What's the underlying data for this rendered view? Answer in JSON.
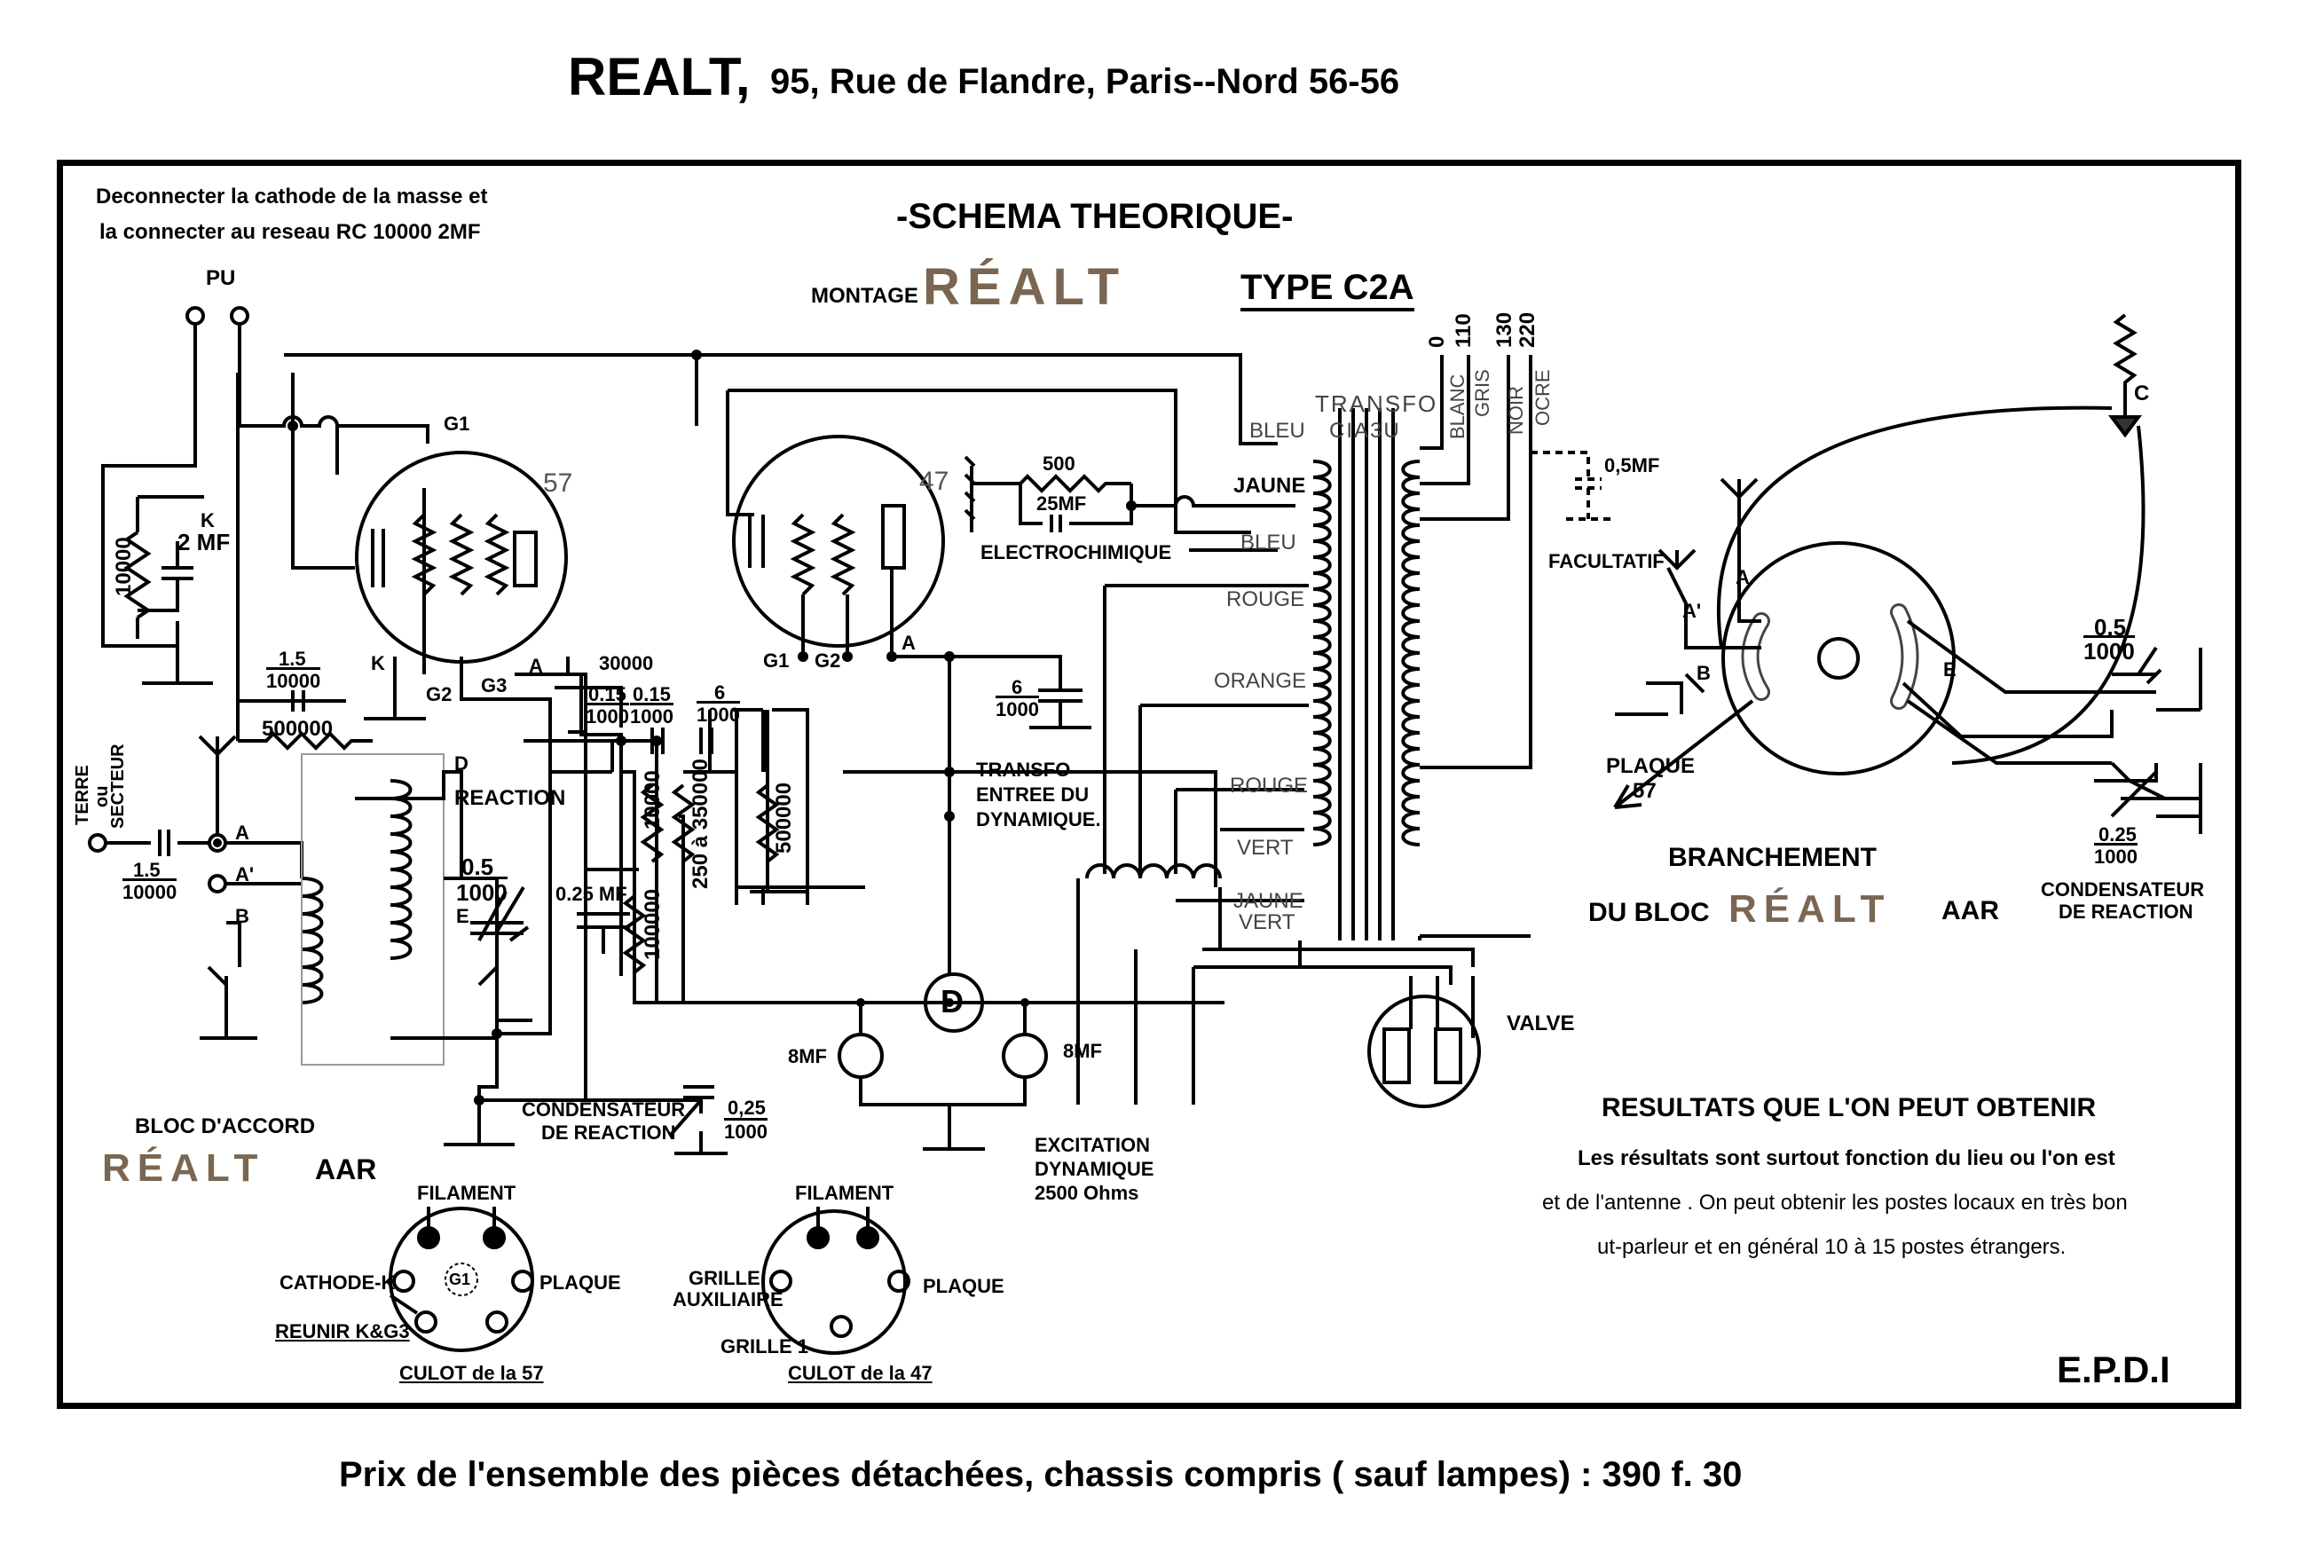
{
  "header": {
    "brand": "REALT,",
    "address": "95, Rue de Flandre,  Paris--Nord  56-56"
  },
  "footer": {
    "price": "Prix  de  l'ensemble des pièces détachées,  chassis compris ( sauf lampes) : 390 f. 30"
  },
  "note": {
    "line1": "Deconnecter  la cathode de la masse  et",
    "line2": "la connecter  au reseau RC 10000 2MF"
  },
  "title": {
    "main": "-SCHEMA THEORIQUE-",
    "montage": "MONTAGE",
    "logo": "RÉALT",
    "type": "TYPE C2A"
  },
  "tubes": {
    "t57": "57",
    "t47": "47",
    "valve": "VALVE",
    "D": "D"
  },
  "labels": {
    "pu": "PU",
    "g1": "G1",
    "k": "K",
    "g2": "G2",
    "g3": "G3",
    "a": "A",
    "k2mf": "K",
    "twomf": "2 MF",
    "r10000": "10000",
    "c15": "1.5",
    "c15b": "10000",
    "r500000": "500000",
    "terre1": "TERRE",
    "terre2": "ou",
    "terre3": "SECTEUR",
    "ant_a": "A",
    "ant_a2": "A'",
    "ant_b": "B",
    "c15in": "1.5",
    "c15in_b": "10000",
    "d": "D",
    "reaction": "REACTION",
    "c05": "0.5",
    "c05b": "1000",
    "e": "E",
    "r30000": "30000",
    "c015a": "0.15",
    "c015b": "1000",
    "c015c": "0.15",
    "c015d": "1000",
    "c6": "6",
    "c6b": "1000",
    "r10000b": "10000",
    "r250": "250 à 350000",
    "r500000b": "500000",
    "c025": "0.25 MF",
    "r100000": "100000",
    "g1_47": "G1",
    "g2_47": "G2",
    "a_47": "A",
    "c6_2": "6",
    "c6_2b": "1000",
    "transfo_entree1": "TRANSFO",
    "transfo_entree2": "ENTREE DU",
    "transfo_entree3": "DYNAMIQUE.",
    "r500": "500",
    "c25mf": "25MF",
    "electro": "ELECTROCHIMIQUE",
    "bleu1": "BLEU",
    "jaune1": "JAUNE",
    "bleu2": "BLEU",
    "rouge1": "ROUGE",
    "orange": "ORANGE",
    "rouge2": "ROUGE",
    "vert1": "VERT",
    "jaune2": "JAUNE",
    "vert2": "VERT",
    "transfo": "TRANSFO",
    "cia3u": "CIA3U",
    "v0": "0",
    "v110": "110",
    "v130": "130",
    "v220": "220",
    "blanc": "BLANC",
    "gris": "GRIS",
    "noir": "NOIR",
    "ocre": "OCRE",
    "c05mf": "0,5MF",
    "facultatif": "FACULTATIF",
    "c8mf1": "8MF",
    "c8mf2": "8MF",
    "excitation1": "EXCITATION",
    "excitation2": "DYNAMIQUE",
    "excitation3": "2500 Ohms",
    "bloc_accord": "BLOC D'ACCORD",
    "bloc_logo": "RÉALT",
    "aar": "AAR",
    "cond_reac1": "CONDENSATEUR",
    "cond_reac2": "DE REACTION",
    "c025b": "0,25",
    "c025c": "1000"
  },
  "branchement": {
    "line1": "BRANCHEMENT",
    "du_bloc": "DU BLOC",
    "logo": "RÉALT",
    "aar": "AAR",
    "c": "C",
    "a": "A",
    "a2": "A'",
    "b": "B",
    "e": "E",
    "plaque": "PLAQUE",
    "plaque57": "57",
    "c05": "0.5",
    "c05b": "1000",
    "c025": "0.25",
    "c025b": "1000",
    "cond1": "CONDENSATEUR",
    "cond2": "DE REACTION"
  },
  "resultats": {
    "title": "RESULTATS QUE L'ON PEUT OBTENIR",
    "line1": "Les résultats sont  surtout fonction du lieu ou l'on est",
    "line2": "et de l'antenne . On peut obtenir les  postes  locaux en très bon",
    "line3": "ut-parleur et  en général 10 à 15 postes  étrangers."
  },
  "culot57": {
    "filament": "FILAMENT",
    "cathode": "CATHODE-K",
    "plaque": "PLAQUE",
    "reunir": "REUNIR K&G3",
    "g1": "G1",
    "title": "CULOT de la 57"
  },
  "culot47": {
    "filament": "FILAMENT",
    "grille1": "GRILLE",
    "grille2": "AUXILIAIRE",
    "plaque": "PLAQUE",
    "grille1b": "GRILLE 1",
    "title": "CULOT de la 47"
  },
  "signature": "E.P.D.I"
}
